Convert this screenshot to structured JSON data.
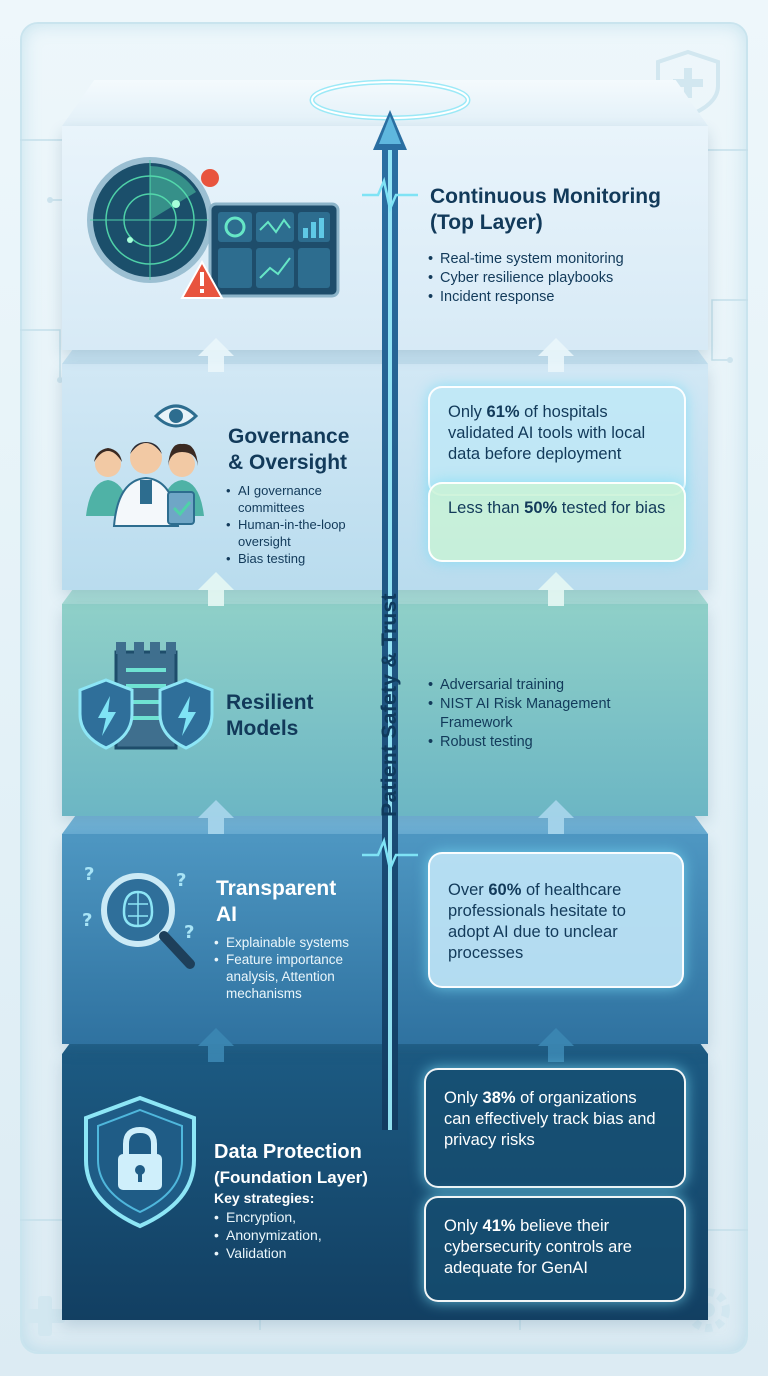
{
  "spine": {
    "label": "Patient Safety & Trust"
  },
  "layers": [
    {
      "id": "monitoring",
      "title_line1": "Continuous Monitoring",
      "title_line2": "(Top Layer)",
      "bullets": [
        "Real-time system monitoring",
        "Cyber resilience playbooks",
        "Incident response"
      ]
    },
    {
      "id": "governance",
      "title_line1": "Governance",
      "title_line2": "& Oversight",
      "bullets": [
        "AI governance committees",
        "Human-in-the-loop oversight",
        "Bias testing"
      ],
      "stats": [
        {
          "prefix": "Only ",
          "highlight": "61%",
          "suffix": " of hospitals validated AI tools with local data before deployment"
        },
        {
          "prefix": "Less than ",
          "highlight": "50%",
          "suffix": " tested for bias"
        }
      ]
    },
    {
      "id": "resilient",
      "title_line1": "Resilient",
      "title_line2": "Models",
      "bullets": [
        "Adversarial training",
        "NIST AI Risk Management Framework",
        "Robust testing"
      ]
    },
    {
      "id": "transparent",
      "title_line1": "Transparent",
      "title_line2": "AI",
      "bullets": [
        "Explainable systems",
        "Feature importance analysis, Attention mechanisms"
      ],
      "stats": [
        {
          "prefix": "Over ",
          "highlight": "60%",
          "suffix": " of healthcare professionals hesitate to adopt AI due to unclear processes"
        }
      ]
    },
    {
      "id": "data",
      "title_line1": "Data Protection",
      "title_line2": "(Foundation Layer)",
      "subheading": "Key strategies:",
      "bullets": [
        "Encryption,",
        "Anonymization,",
        "Validation"
      ],
      "stats": [
        {
          "prefix": "Only ",
          "highlight": "38%",
          "suffix": " of organizations can effectively track bias and privacy risks"
        },
        {
          "prefix": "Only ",
          "highlight": "41%",
          "suffix": " believe their cybersecurity controls are adequate for GenAI"
        }
      ]
    }
  ],
  "colors": {
    "navy": "#0f3a5c",
    "teal": "#2a8fa8",
    "glow": "#7fe3f5",
    "layer_monitoring": "#dbeefa",
    "layer_governance": "#cfe5f4",
    "layer_resilient": "#8fcfc8",
    "layer_transparent": "#3f86b0",
    "layer_data": "#174a6e"
  },
  "icons": [
    "radar-icon",
    "dashboard-icon",
    "warning-icon",
    "eye-icon",
    "doctors-icon",
    "fortress-icon",
    "shield-icon",
    "magnifier-brain-icon",
    "question-icon",
    "padlock-shield-icon",
    "heartbeat-icon",
    "gear-icon",
    "medical-cross-icon"
  ]
}
